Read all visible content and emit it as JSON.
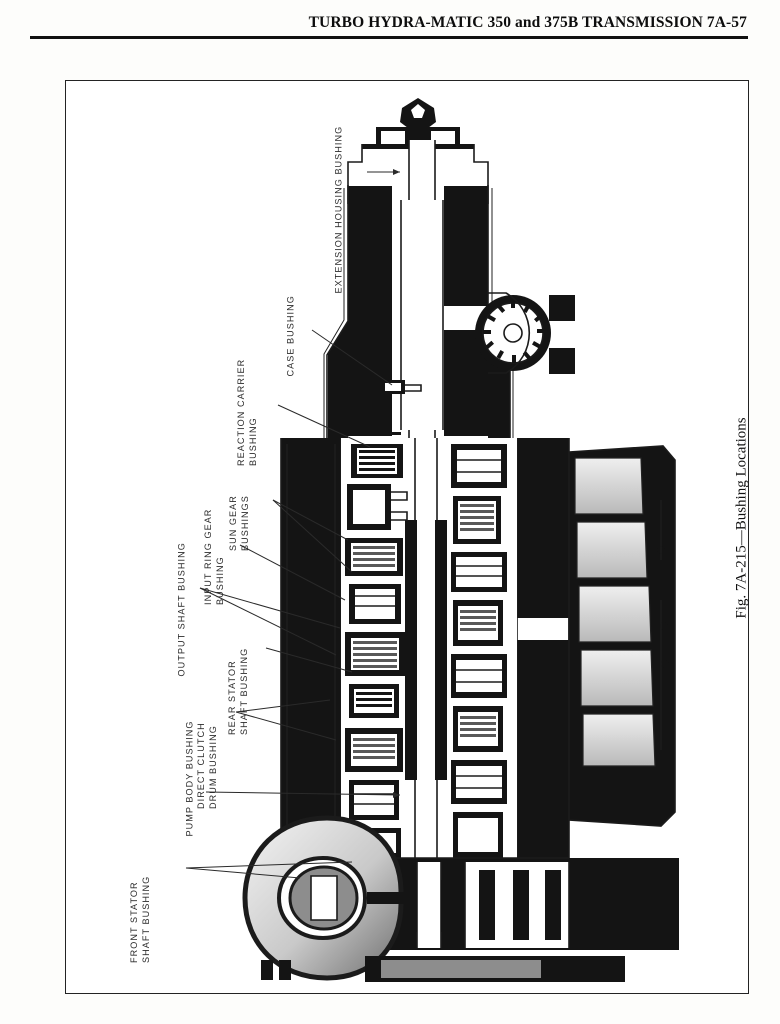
{
  "page": {
    "header_title": "TURBO HYDRA-MATIC 350 and 375B TRANSMISSION   7A-57",
    "figure_caption": "Fig. 7A-215—Bushing Locations"
  },
  "figure": {
    "number": "7A-215",
    "title": "Bushing Locations",
    "illustration_name": "turbo-hydramatic-350-375b-sectional-view",
    "callouts": [
      {
        "id": "extension-housing-bushing",
        "line1": "EXTENSION HOUSING BUSHING",
        "line2": ""
      },
      {
        "id": "case-bushing",
        "line1": "CASE BUSHING",
        "line2": ""
      },
      {
        "id": "reaction-carrier-bushing",
        "line1": "REACTION CARRIER",
        "line2": "BUSHING"
      },
      {
        "id": "sun-gear-bushings",
        "line1": "SUN GEAR",
        "line2": "BUSHINGS"
      },
      {
        "id": "input-ring-gear-bushing",
        "line1": "INPUT RING GEAR",
        "line2": "BUSHING"
      },
      {
        "id": "output-shaft-bushing",
        "line1": "OUTPUT SHAFT BUSHING",
        "line2": ""
      },
      {
        "id": "rear-stator-shaft-bushing",
        "line1": "REAR STATOR",
        "line2": "SHAFT BUSHING"
      },
      {
        "id": "direct-clutch-drum-bushing",
        "line1": "DIRECT CLUTCH",
        "line2": "DRUM BUSHING"
      },
      {
        "id": "pump-body-bushing",
        "line1": "PUMP BODY BUSHING",
        "line2": ""
      },
      {
        "id": "front-stator-shaft-bushing",
        "line1": "FRONT STATOR",
        "line2": "SHAFT BUSHING"
      }
    ]
  },
  "colors": {
    "ink": "#141414",
    "rule": "#111111",
    "frame": "#232323",
    "label_text": "#2b2b2b",
    "paper": "#ffffff"
  }
}
